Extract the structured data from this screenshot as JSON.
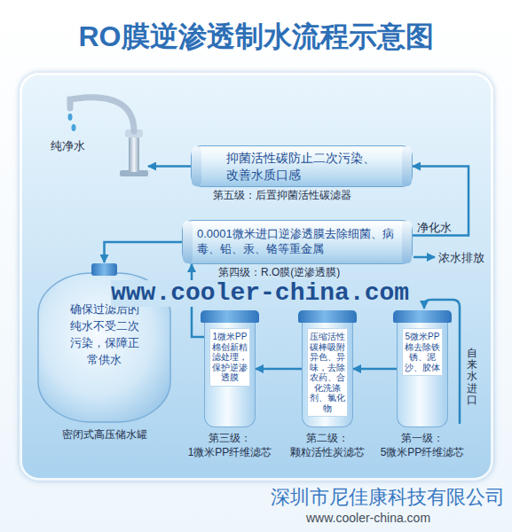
{
  "diagram": {
    "title": "RO膜逆渗透制水流程示意图",
    "nodes": [
      {
        "text": [
          "纯净水"
        ]
      },
      {
        "text": [
          "抑菌活性碳防止二次污染、改善水质口感",
          "第五级：后置抑菌活性碳滤器"
        ]
      },
      {
        "text": [
          "0.0001微米进口逆渗透膜去除细菌、病毒、铅、汞、铬等重金属",
          "第四级：R.O膜(逆渗透膜)"
        ]
      },
      {
        "text": [
          "确保过滤后的纯水不受二次污染，保障正常供水",
          "密闭式高压储水罐"
        ]
      },
      {
        "text": [
          "1微米PP棉创新精滤处理，保护逆渗透膜",
          "第三级： 1微米PP纤维滤芯"
        ]
      },
      {
        "text": [
          "压缩活性碳棒吸附异色、异味，去除农药、合化洗涤剂、氯化物",
          "第二级： 颗粒活性炭滤芯"
        ]
      },
      {
        "text": [
          "5微米PP棉去除铁锈、泥沙、胶体",
          "第一级： 5微米PP纤维滤芯"
        ]
      }
    ],
    "edges": [
      {
        "from": 6,
        "to": 5,
        "arrow": "to"
      },
      {
        "from": 5,
        "to": 4,
        "arrow": "to"
      },
      {
        "from": 4,
        "to": 2,
        "arrow": "to"
      },
      {
        "from": 2,
        "to": 3,
        "arrow": "to"
      },
      {
        "from": 2,
        "to": 1,
        "label": "净化水",
        "arrow": "to"
      },
      {
        "from": 1,
        "to": 0,
        "arrow": "to"
      }
    ],
    "labels": [
      "www.cooler-china.com",
      "浓水排放",
      "自来水进口",
      "深圳市尼佳康科技有限公司",
      "www.cooler-china.com"
    ]
  }
}
